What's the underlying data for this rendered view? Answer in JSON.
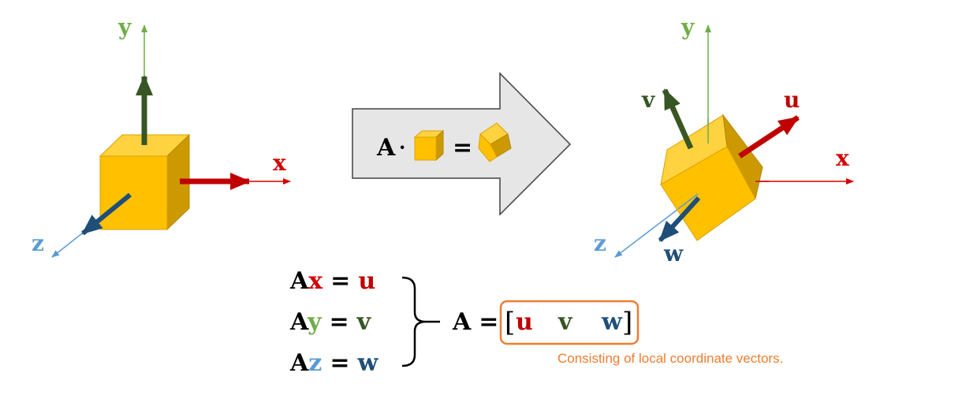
{
  "labels": {
    "left_y": "y",
    "left_x": "x",
    "left_z": "z",
    "right_y": "y",
    "right_x": "x",
    "right_z": "z",
    "right_u": "u",
    "right_v": "v",
    "right_w": "w"
  },
  "arrow_eq": {
    "lhs": "A",
    "dot": "·",
    "equals": "="
  },
  "equations": [
    {
      "lhs": "A",
      "var": "x",
      "eq": "=",
      "rhs": "u"
    },
    {
      "lhs": "A",
      "var": "y",
      "eq": "=",
      "rhs": "v"
    },
    {
      "lhs": "A",
      "var": "z",
      "eq": "=",
      "rhs": "w"
    }
  ],
  "matrix": {
    "lhs": "A",
    "eq": "=",
    "open": "[",
    "close": "]",
    "u": "u",
    "v": "v",
    "w": "w"
  },
  "note": "Consisting of local coordinate vectors.",
  "colors": {
    "x": "#d40000",
    "y": "#70ad47",
    "z": "#5b9bd5",
    "u": "#c00000",
    "v": "#375623",
    "w": "#1f4e79",
    "cube": "#ffc000",
    "cube_top": "#ffd23f",
    "cube_side": "#cc9a00",
    "box": "#ed7d31",
    "note": "#ed7d31",
    "big_arrow": "#e7e6e6"
  }
}
